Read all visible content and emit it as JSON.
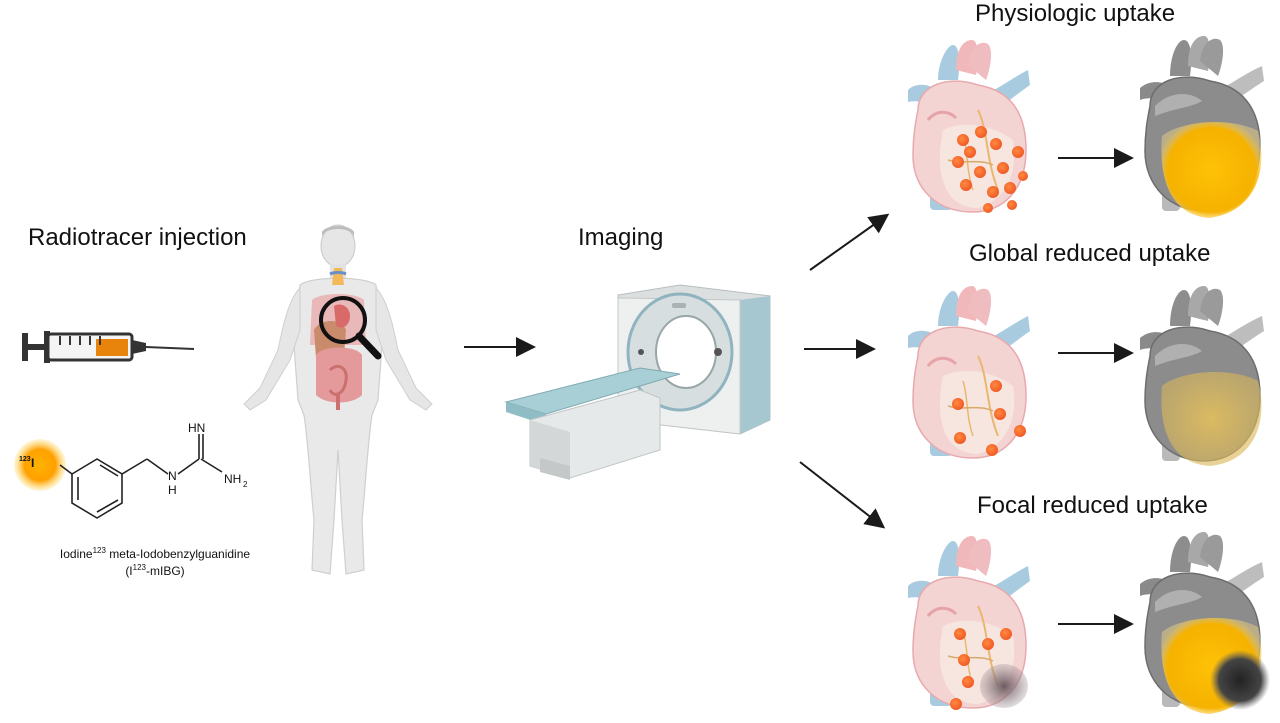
{
  "labels": {
    "injection": "Radiotracer injection",
    "imaging": "Imaging",
    "physiologic": "Physiologic uptake",
    "global": "Global reduced uptake",
    "focal": "Focal reduced uptake"
  },
  "molecule": {
    "iodine_mass": "123",
    "iodine_symbol": "I",
    "amine_top": "HN",
    "amine_mid": "H",
    "amine_mid_n": "N",
    "amine_right": "NH",
    "amine_right_sub": "2",
    "caption_line1_a": "Iodine",
    "caption_line1_sup": "123",
    "caption_line1_b": " meta-Iodobenzylguanidine",
    "caption_line2_a": "(I",
    "caption_line2_sup": "123",
    "caption_line2_b": "-mIBG)"
  },
  "colors": {
    "tracer": "#f4a100",
    "heart_pink": "#f1c4c4",
    "vessel_blue": "#a9cbe0",
    "grey_heart": "#9a9a9a",
    "arrow": "#1a1a1a"
  }
}
